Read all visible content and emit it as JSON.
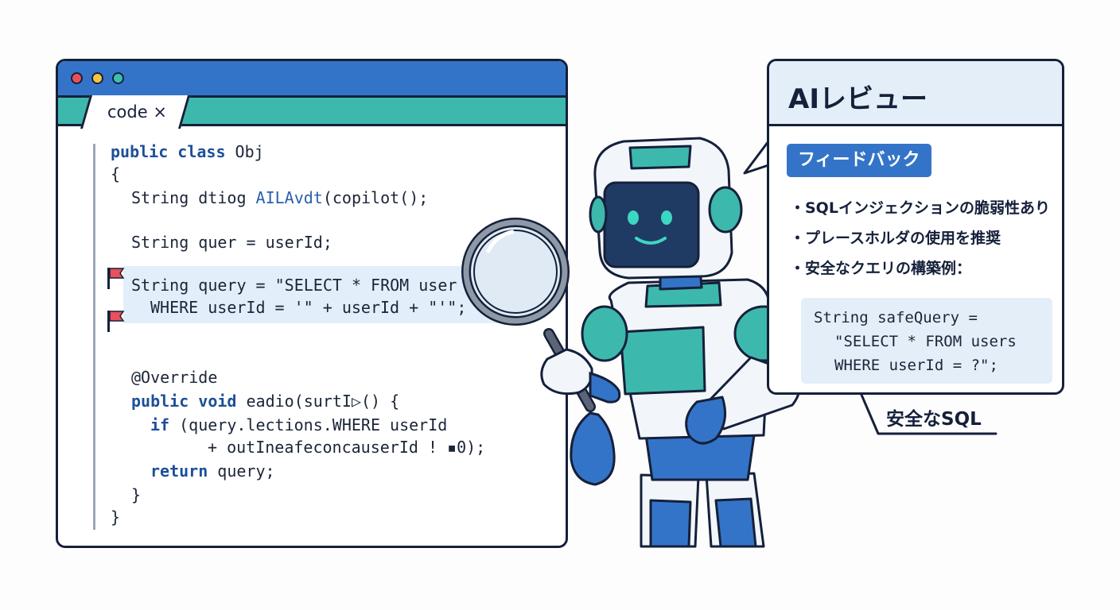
{
  "editor": {
    "tab_label": "code ×",
    "code_lines": [
      {
        "kw": "public class",
        "rest": " Obj"
      },
      {
        "text": "{"
      },
      {
        "pre": "String dtiog ",
        "fn": "AILAvdt",
        "post": "(copilot();"
      },
      {
        "text": "String quer = userId;"
      },
      {
        "text": "String query = \"SELECT * FROM user"
      },
      {
        "text": "WHERE userId = '\" + userId + \"'\";"
      },
      {
        "text": "@Override"
      },
      {
        "kw": "public void",
        "rest": " eadio(surtI▷() {"
      },
      {
        "kw": "if",
        "rest": " (query.lections.WHERE userId"
      },
      {
        "text": "+ outIneafeconcauserId ! ▪0);"
      },
      {
        "kw": "return",
        "rest": " query;"
      },
      {
        "text": "}"
      },
      {
        "text": "}"
      }
    ]
  },
  "review": {
    "title": "AIレビュー",
    "badge": "フィードバック",
    "bullets": [
      "・SQLインジェクションの脆弱性あり",
      "・プレースホルダの使用を推奨",
      "・安全なクエリの構築例："
    ],
    "safe_code": [
      "String safeQuery =",
      "\"SELECT * FROM users",
      "WHERE userId = ?\";"
    ],
    "callout": "安全なSQL"
  },
  "colors": {
    "titlebar_blue": "#3474c8",
    "tabbar_teal": "#3db8ad",
    "outline_navy": "#15203a",
    "highlight": "#e3eefb",
    "flag_red": "#e8505b"
  },
  "icons": {
    "window_controls": [
      "red-dot",
      "yellow-dot",
      "green-dot"
    ],
    "flags": [
      "flag-icon",
      "flag-icon"
    ],
    "magnifier": "magnifying-glass-icon"
  }
}
